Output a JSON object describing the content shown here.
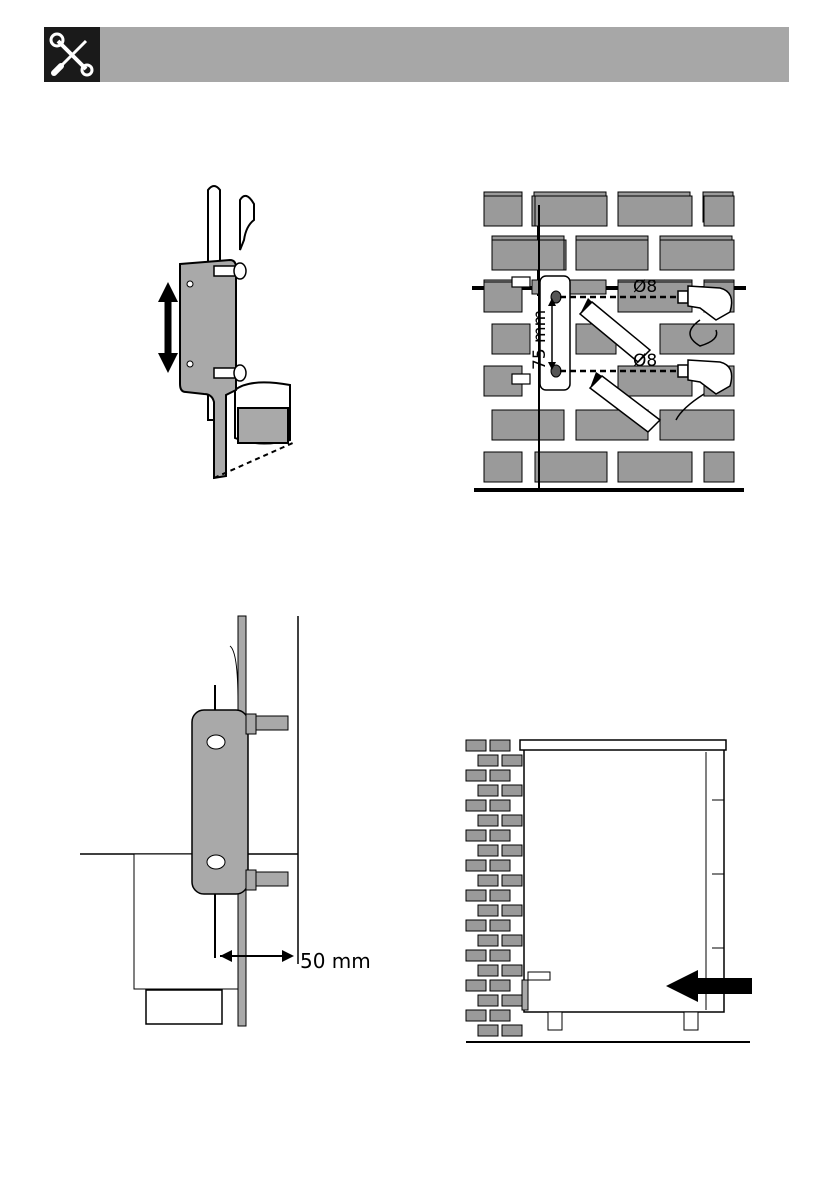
{
  "header": {
    "icon": "tools-icon",
    "bar_color": "#a7a7a7",
    "icon_bg": "#1a1a1a"
  },
  "figures": {
    "bracket": {
      "arrow": "adjust-arrow-icon"
    },
    "wall_drill": {
      "hole1_label": "Ø8",
      "hole2_label": "Ø8",
      "spacing_label": "75 mm"
    },
    "side_section": {
      "gap_label": "50 mm"
    },
    "push_back": {
      "arrow": "push-arrow-icon"
    }
  },
  "colors": {
    "metal": "#a9a9a9",
    "brick": "#9a9a9a",
    "line": "#000000"
  }
}
